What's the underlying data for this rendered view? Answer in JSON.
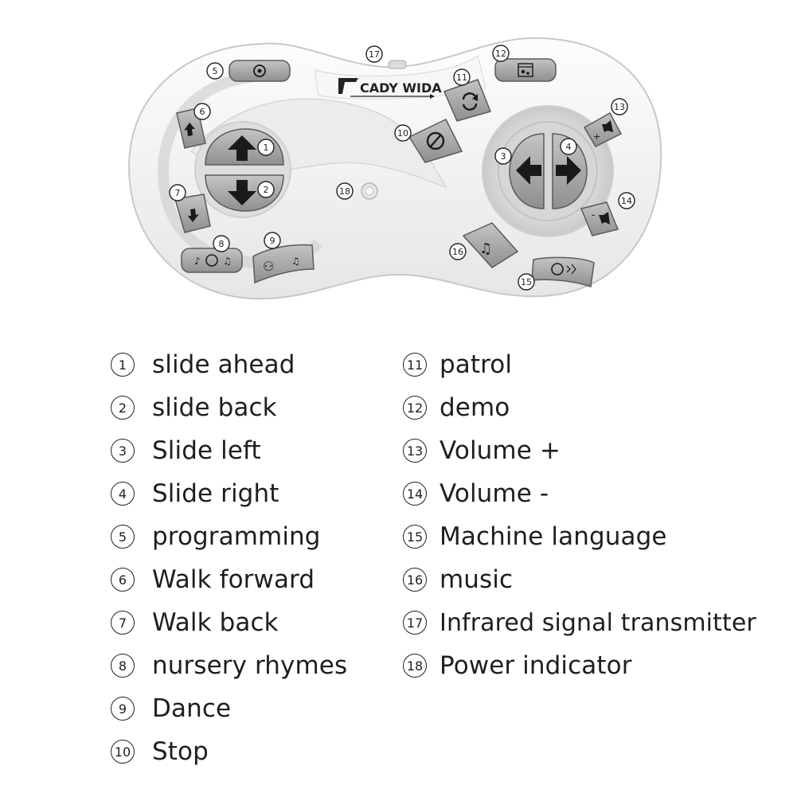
{
  "device": {
    "brand": "CADY WIDA"
  },
  "colors": {
    "body": "#f4f4f4",
    "button": "#a9a9a9",
    "button_dark": "#6f6f6f",
    "outline": "#cfcfcf",
    "text": "#1e1e1e"
  },
  "callouts": [
    "1",
    "2",
    "3",
    "4",
    "5",
    "6",
    "7",
    "8",
    "9",
    "10",
    "11",
    "12",
    "13",
    "14",
    "15",
    "16",
    "17",
    "18"
  ],
  "legend": {
    "left": [
      {
        "num": "1",
        "label": "slide ahead"
      },
      {
        "num": "2",
        "label": "slide back"
      },
      {
        "num": "3",
        "label": "Slide left"
      },
      {
        "num": "4",
        "label": "Slide right"
      },
      {
        "num": "5",
        "label": "programming"
      },
      {
        "num": "6",
        "label": "Walk forward"
      },
      {
        "num": "7",
        "label": "Walk back"
      },
      {
        "num": "8",
        "label": "nursery rhymes"
      },
      {
        "num": "9",
        "label": "Dance"
      },
      {
        "num": "10",
        "label": "Stop"
      }
    ],
    "right": [
      {
        "num": "11",
        "label": "patrol"
      },
      {
        "num": "12",
        "label": "demo"
      },
      {
        "num": "13",
        "label": "Volume +"
      },
      {
        "num": "14",
        "label": "Volume -"
      },
      {
        "num": "15",
        "label": "Machine language"
      },
      {
        "num": "16",
        "label": "music"
      },
      {
        "num": "17",
        "label": "Infrared signal transmitter"
      },
      {
        "num": "18",
        "label": "Power indicator"
      }
    ]
  },
  "icons": {
    "up_arrow": "up-arrow-icon",
    "down_arrow": "down-arrow-icon",
    "left_arrow": "left-arrow-icon",
    "right_arrow": "right-arrow-icon",
    "stop": "stop-icon",
    "patrol": "loop-icon",
    "demo": "gears-window-icon",
    "programming": "gear-icon",
    "volume_up": "speaker-plus-icon",
    "volume_down": "speaker-minus-icon",
    "music": "music-note-icon",
    "nursery": "baby-face-icon",
    "dance": "dancing-figures-icon",
    "machine_language": "speaking-head-icon",
    "walk_forward": "walk-forward-icon",
    "walk_back": "walk-back-icon"
  }
}
